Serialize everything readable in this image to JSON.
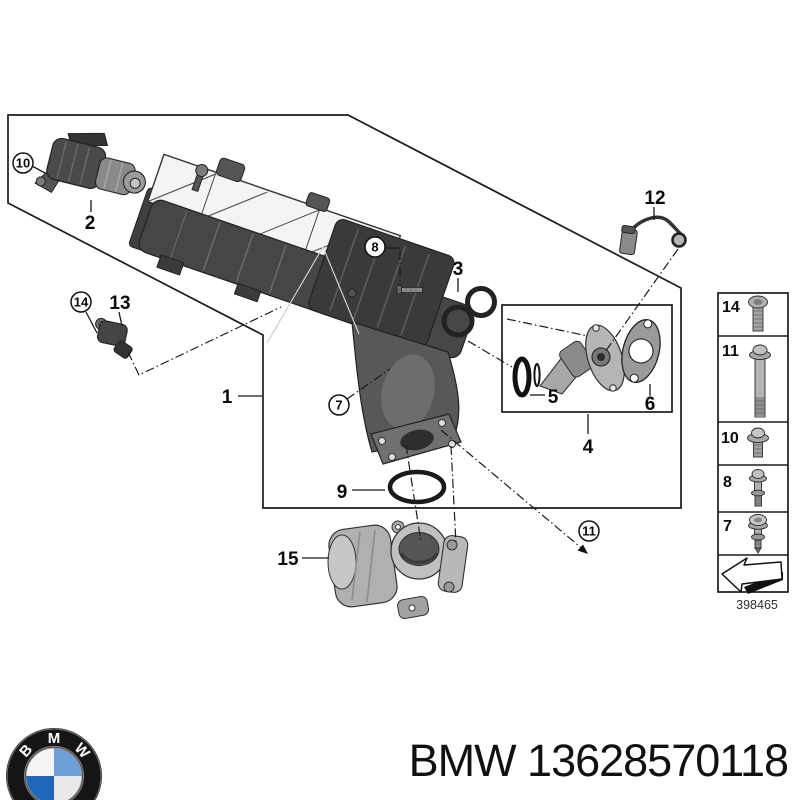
{
  "figure": {
    "type": "exploded-parts-diagram",
    "description": "Intake manifold exploded parts diagram with numbered callouts"
  },
  "diagram": {
    "part_labels": {
      "p1": "1",
      "p2": "2",
      "p3": "3",
      "p4": "4",
      "p5": "5",
      "p6": "6",
      "p9": "9",
      "p12": "12",
      "p13": "13",
      "p15": "15"
    },
    "circled_labels": {
      "c7": "7",
      "c8": "8",
      "c10": "10",
      "c11": "11",
      "c14": "14"
    }
  },
  "sidebar": {
    "rows": [
      {
        "label": "14",
        "icon": "pan-head-screw-icon"
      },
      {
        "label": "11",
        "icon": "long-flange-bolt-icon"
      },
      {
        "label": "10",
        "icon": "flange-bolt-icon"
      },
      {
        "label": "8",
        "icon": "stud-bolt-icon"
      },
      {
        "label": "7",
        "icon": "tapping-screw-icon"
      }
    ],
    "footer_icon": "direction-arrow-icon",
    "diagram_number": "398465"
  },
  "footer": {
    "logo": "bmw-roundel",
    "logo_letters": [
      "B",
      "M",
      "W"
    ],
    "part_number": "BMW 13628570118"
  },
  "colors": {
    "background": "#ffffff",
    "line": "#1a1a1a",
    "bmw_blue": "#1f66bd",
    "bmw_blue_light": "#6f9fd8"
  }
}
